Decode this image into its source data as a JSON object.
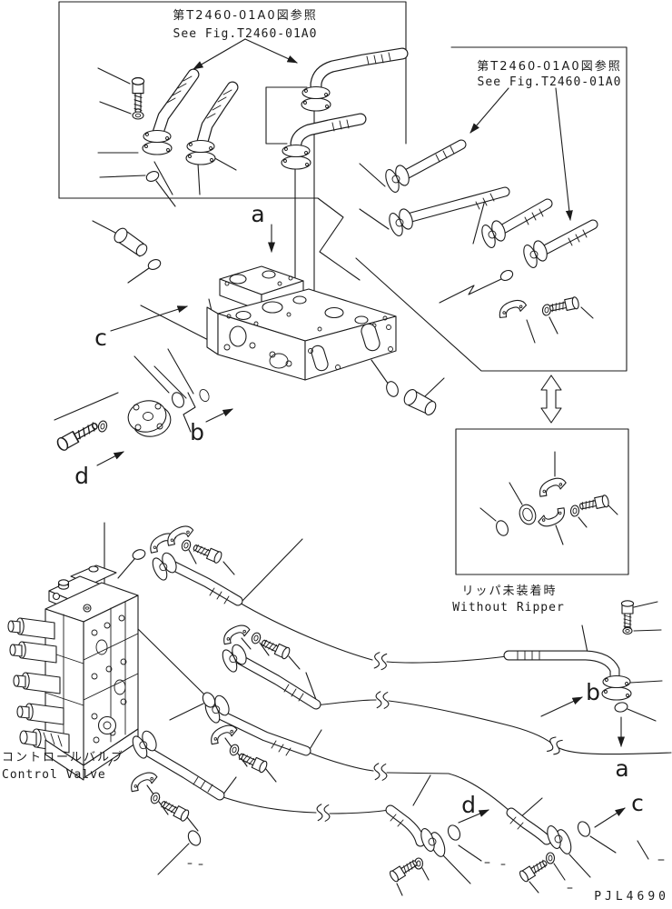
{
  "page": {
    "background": "#ffffff",
    "ink": "#1b1b1b"
  },
  "labels": {
    "ref_top_left": {
      "jp": "第T2460-01A0図参照",
      "en": "See Fig.T2460-01A0"
    },
    "ref_top_right": {
      "jp": "第T2460-01A0図参照",
      "en": "See Fig.T2460-01A0"
    },
    "inset_without_ripper": {
      "jp": "リッパ未装着時",
      "en": "Without Ripper"
    },
    "control_valve": {
      "jp": "コントロールバルブ",
      "en": "Control Valve"
    },
    "drawing_number": "PJL4690"
  },
  "callouts": {
    "upper_a": "a",
    "upper_b": "b",
    "upper_c": "c",
    "upper_d": "d",
    "lower_a": "a",
    "lower_b": "b",
    "lower_c": "c",
    "lower_d": "d"
  }
}
